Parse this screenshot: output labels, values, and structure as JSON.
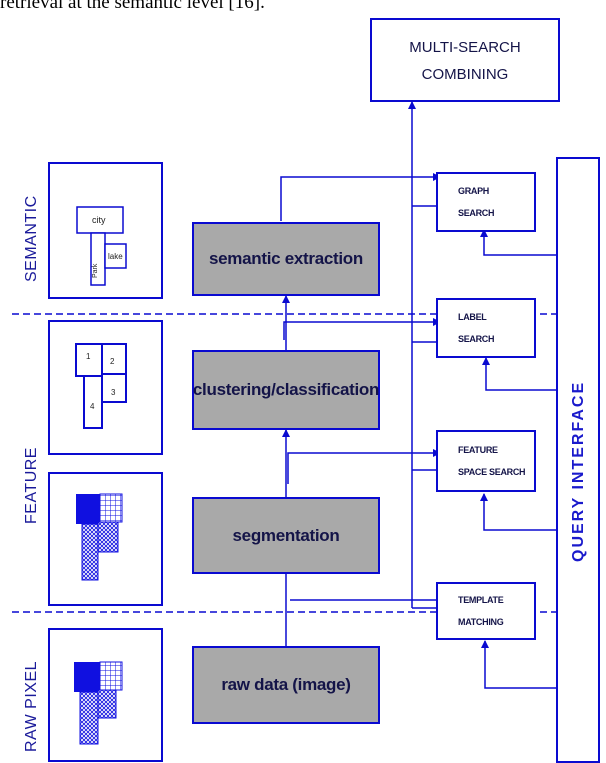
{
  "caption": "retrieval at the semantic level [16].",
  "levels": {
    "semantic": "SEMANTIC",
    "feature": "FEATURE",
    "raw_pixel": "RAW PIXEL"
  },
  "processing": {
    "semantic_extraction": "semantic extraction",
    "clustering": "clustering/classification",
    "segmentation": "segmentation",
    "raw_data": "raw data (image)"
  },
  "search": {
    "multi_line1": "MULTI-SEARCH",
    "multi_line2": "COMBINING",
    "graph_line1": "GRAPH",
    "graph_line2": "SEARCH",
    "label_line1": "LABEL",
    "label_line2": "SEARCH",
    "feature_line1": "FEATURE",
    "feature_line2": "SPACE SEARCH",
    "template_line1": "TEMPLATE",
    "template_line2": "MATCHING"
  },
  "query_interface": "QUERY INTERFACE",
  "semantic_icon": {
    "top": "city",
    "left": "Park",
    "right": "lake"
  },
  "feature_icon": {
    "r1": "1",
    "r2": "2",
    "r3": "3",
    "r4": "4"
  },
  "colors": {
    "line": "#0a0ad0",
    "box_fill": "#a9a9a9",
    "icon_blue": "#1010e0"
  }
}
